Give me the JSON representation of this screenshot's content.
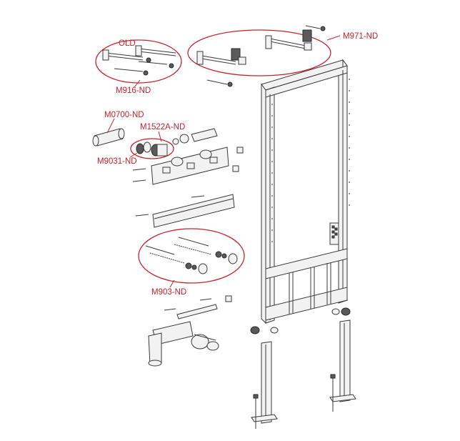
{
  "labels": {
    "old": "OLD",
    "m916": "M916-ND",
    "m971": "M971-ND",
    "m0700": "M0700-ND",
    "m1522a": "M1522A-ND",
    "m9031": "M9031-ND",
    "m903": "M903-ND"
  },
  "colors": {
    "callout": "#c8232c",
    "line": "#3a3a3a",
    "fill": "#f2f2f2"
  }
}
